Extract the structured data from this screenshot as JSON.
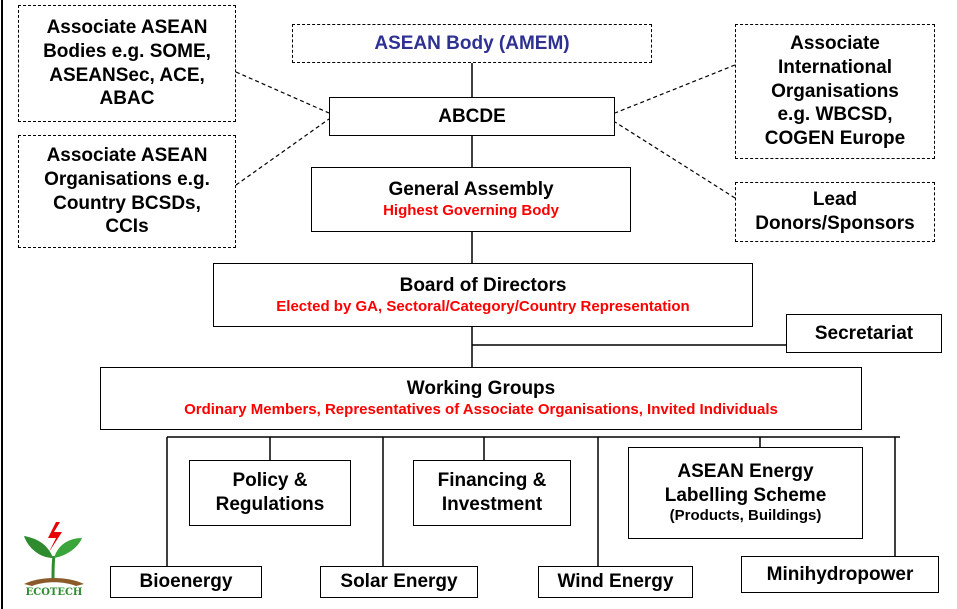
{
  "diagram": {
    "top": {
      "asean_body": "ASEAN Body (AMEM)",
      "abcde": "ABCDE"
    },
    "associates": {
      "asean_bodies": [
        "Associate ASEAN",
        "Bodies e.g. SOME,",
        "ASEANSec, ACE,",
        "ABAC"
      ],
      "asean_orgs": [
        "Associate ASEAN",
        "Organisations e.g.",
        "Country BCSDs,",
        "CCIs"
      ],
      "intl_orgs": [
        "Associate",
        "International",
        "Organisations",
        "e.g. WBCSD,",
        "COGEN Europe"
      ],
      "donors": [
        "Lead",
        "Donors/Sponsors"
      ]
    },
    "general_assembly": {
      "title": "General Assembly",
      "subtitle": "Highest Governing Body"
    },
    "board": {
      "title": "Board of Directors",
      "subtitle": "Elected by GA, Sectoral/Category/Country Representation"
    },
    "secretariat": "Secretariat",
    "working_groups": {
      "title": "Working Groups",
      "subtitle": "Ordinary Members, Representatives of Associate Organisations, Invited Individuals"
    },
    "groups": {
      "policy": [
        "Policy &",
        "Regulations"
      ],
      "financing": [
        "Financing &",
        "Investment"
      ],
      "labelling": [
        "ASEAN Energy",
        "Labelling Scheme"
      ],
      "labelling_sub": "(Products, Buildings)",
      "bioenergy": "Bioenergy",
      "solar": "Solar Energy",
      "wind": "Wind Energy",
      "minihydro": "Minihydropower"
    },
    "logo_text": "ECOTECH"
  },
  "colors": {
    "accent_red": "#ff0000",
    "title_blue": "#2e3192",
    "logo_green": "#2e8b2e"
  }
}
